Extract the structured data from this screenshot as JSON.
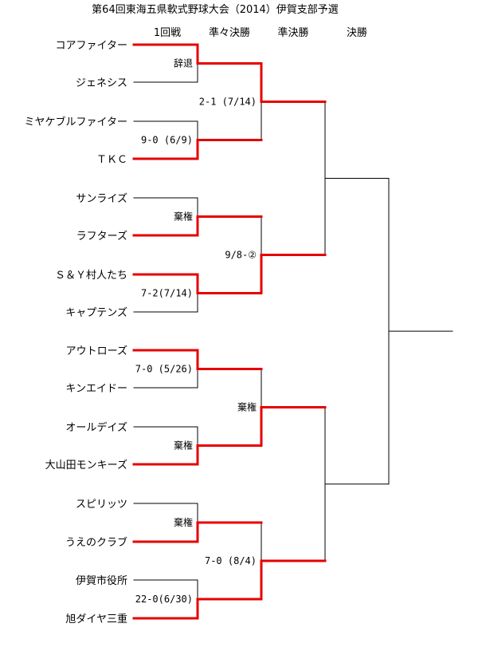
{
  "title": "第64回東海五県軟式野球大会（2014）伊賀支部予選",
  "rounds": [
    "1回戦",
    "準々決勝",
    "準決勝",
    "決勝"
  ],
  "teams": [
    "コアファイター",
    "ジェネシス",
    "ミヤケブルファイター",
    "ＴＫＣ",
    "サンライズ",
    "ラフターズ",
    "Ｓ＆Ｙ村人たち",
    "キャプテンズ",
    "アウトローズ",
    "キンエイドー",
    "オールデイズ",
    "大山田モンキーズ",
    "スピリッツ",
    "うえのクラブ",
    "伊賀市役所",
    "旭ダイヤ三重"
  ],
  "results": {
    "r1": [
      "辞退",
      "9-0 (6/9)",
      "棄権",
      "7-2(7/14)",
      "7-0 (5/26)",
      "棄権",
      "棄権",
      "22-0(6/30)"
    ],
    "qf": [
      "2-1 (7/14)",
      "9/8-②",
      "棄権",
      "7-0 (8/4)"
    ]
  },
  "colors": {
    "winner": "#e60000",
    "line": "#000000"
  }
}
